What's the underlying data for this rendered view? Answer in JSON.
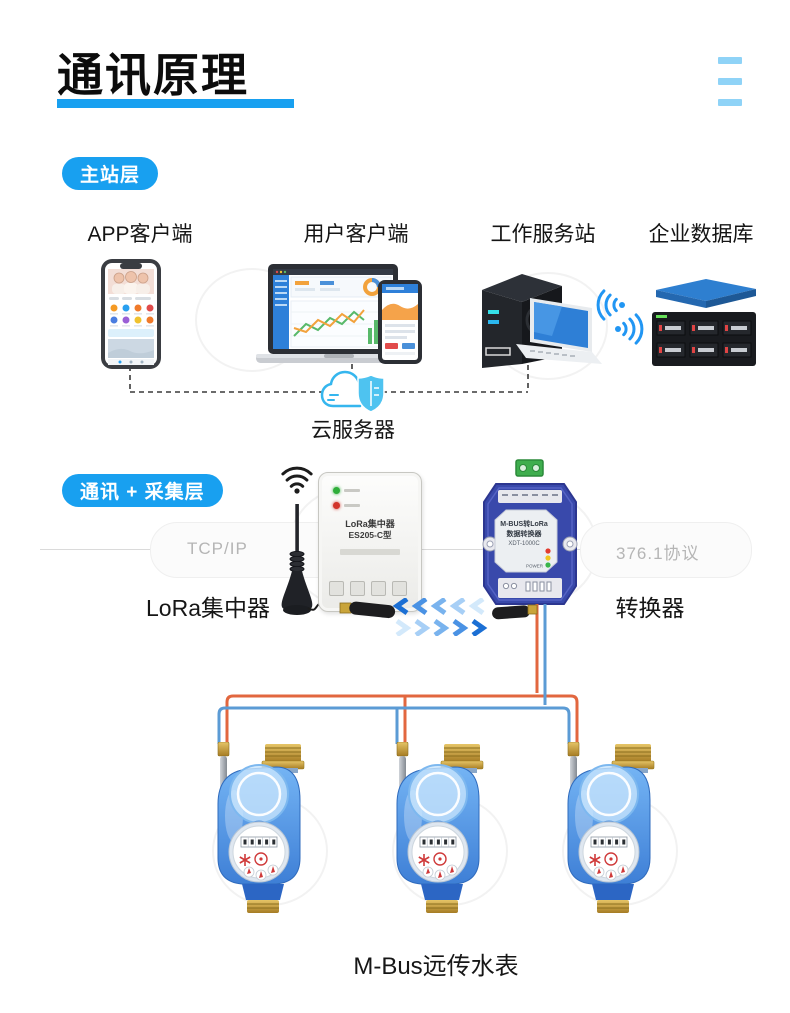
{
  "header": {
    "title": "通讯原理"
  },
  "layers": {
    "master": {
      "badge": "主站层",
      "columns": [
        {
          "label": "APP客户端",
          "icon": "smartphone"
        },
        {
          "label": "用户客户端",
          "icon": "desktop-dashboard"
        },
        {
          "label": "工作服务站",
          "icon": "workstation-server"
        },
        {
          "label": "企业数据库",
          "icon": "database-server"
        }
      ],
      "cloud_label": "云服务器"
    },
    "collection": {
      "badge": "通讯 + 采集层",
      "protocol_left": "TCP/IP",
      "protocol_right": "376.1协议",
      "concentrator": {
        "caption": "LoRa集中器",
        "device_text_line1": "LoRa集中器",
        "device_text_line2": "ES205-C型"
      },
      "converter": {
        "caption": "转换器",
        "device_text_line1": "M-BUS转LoRa",
        "device_text_line2": "数据转换器",
        "device_text_line3": "XDT-1000C",
        "power_label": "POWER"
      }
    },
    "meters": {
      "caption": "M-Bus远传水表",
      "count": 3
    }
  },
  "colors": {
    "accent_blue": "#18a0f0",
    "menu_icon_blue": "#8fd3f7",
    "protocol_gray": "#b5b5b5",
    "wire_orange": "#e2673f",
    "wire_blue": "#5b9bd5"
  }
}
